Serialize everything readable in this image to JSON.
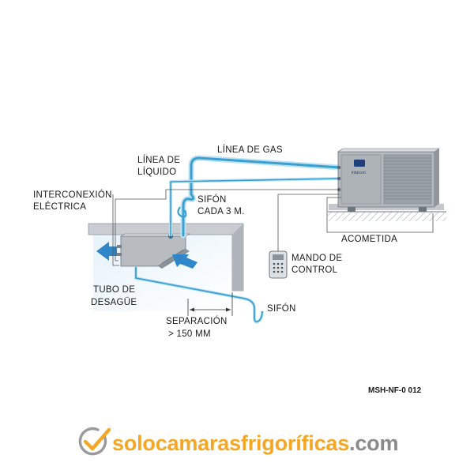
{
  "labels": {
    "linea_gas": "LÍNEA DE GAS",
    "linea_liquido_1": "LÍNEA DE",
    "linea_liquido_2": "LÍQUIDO",
    "interconexion_1": "INTERCONEXIÓN",
    "interconexion_2": "ELÉCTRICA",
    "sifon_cada_1": "SIFÓN",
    "sifon_cada_2": "CADA 3 M.",
    "tubo_1": "TUBO DE",
    "tubo_2": "DESAGÜE",
    "sifon": "SIFÓN",
    "separacion_1": "SEPARACIÓN",
    "separacion_2": "> 150 MM",
    "mando_1": "MANDO DE",
    "mando_2": "CONTROL",
    "acometida": "ACOMETIDA",
    "model_code": "MSH-NF-0 012"
  },
  "unit_badge": "intarcon",
  "brand": {
    "name_main": "solocamarasfrigoríficas",
    "name_tld": ".com",
    "color_main": "#f5a623",
    "color_tld": "#8a8a8a",
    "icon": "check-circle-icon"
  },
  "colors": {
    "pipe": "#3aa0d0",
    "pipe_light": "#bfe3f3",
    "air_arrow": "#2f86c8",
    "wall": "#c9cdd2",
    "unit": "#b8bcc1"
  }
}
